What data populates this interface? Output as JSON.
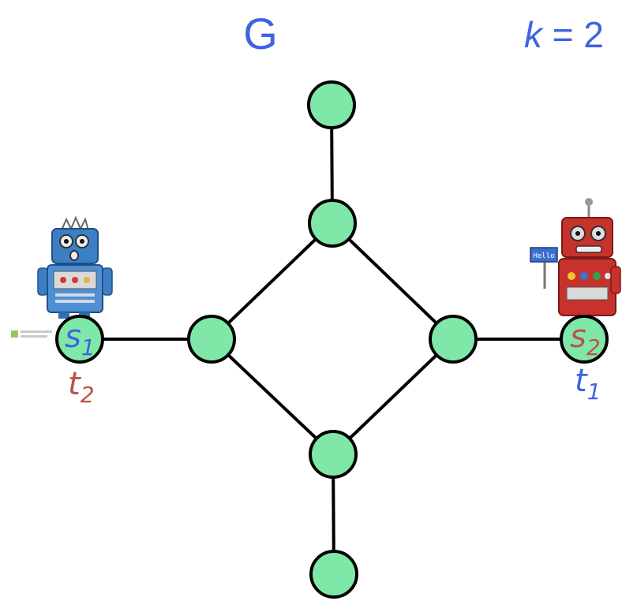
{
  "title": "G",
  "param": {
    "var": "k",
    "eq": " = ",
    "value": "2"
  },
  "colors": {
    "node_fill": "#7fe8a8",
    "edge": "#000000",
    "blue": "#3f63e0",
    "red": "#c0504d",
    "robot_blue": "#3d7fc4",
    "robot_red": "#c8322c"
  },
  "graph": {
    "nodes": [
      "top",
      "upper",
      "left",
      "right",
      "lower",
      "bottom",
      "s1",
      "s2"
    ],
    "edges": [
      [
        "top",
        "upper"
      ],
      [
        "upper",
        "left"
      ],
      [
        "upper",
        "right"
      ],
      [
        "left",
        "lower"
      ],
      [
        "right",
        "lower"
      ],
      [
        "lower",
        "bottom"
      ],
      [
        "s1",
        "left"
      ],
      [
        "right",
        "s2"
      ]
    ]
  },
  "labels": {
    "s1": {
      "letter": "s",
      "sub": "1"
    },
    "t2": {
      "letter": "t",
      "sub": "2"
    },
    "s2": {
      "letter": "s",
      "sub": "2"
    },
    "t1": {
      "letter": "t",
      "sub": "1"
    }
  },
  "robots": [
    "blue-robot",
    "red-robot"
  ],
  "robot_sign": "Hello"
}
